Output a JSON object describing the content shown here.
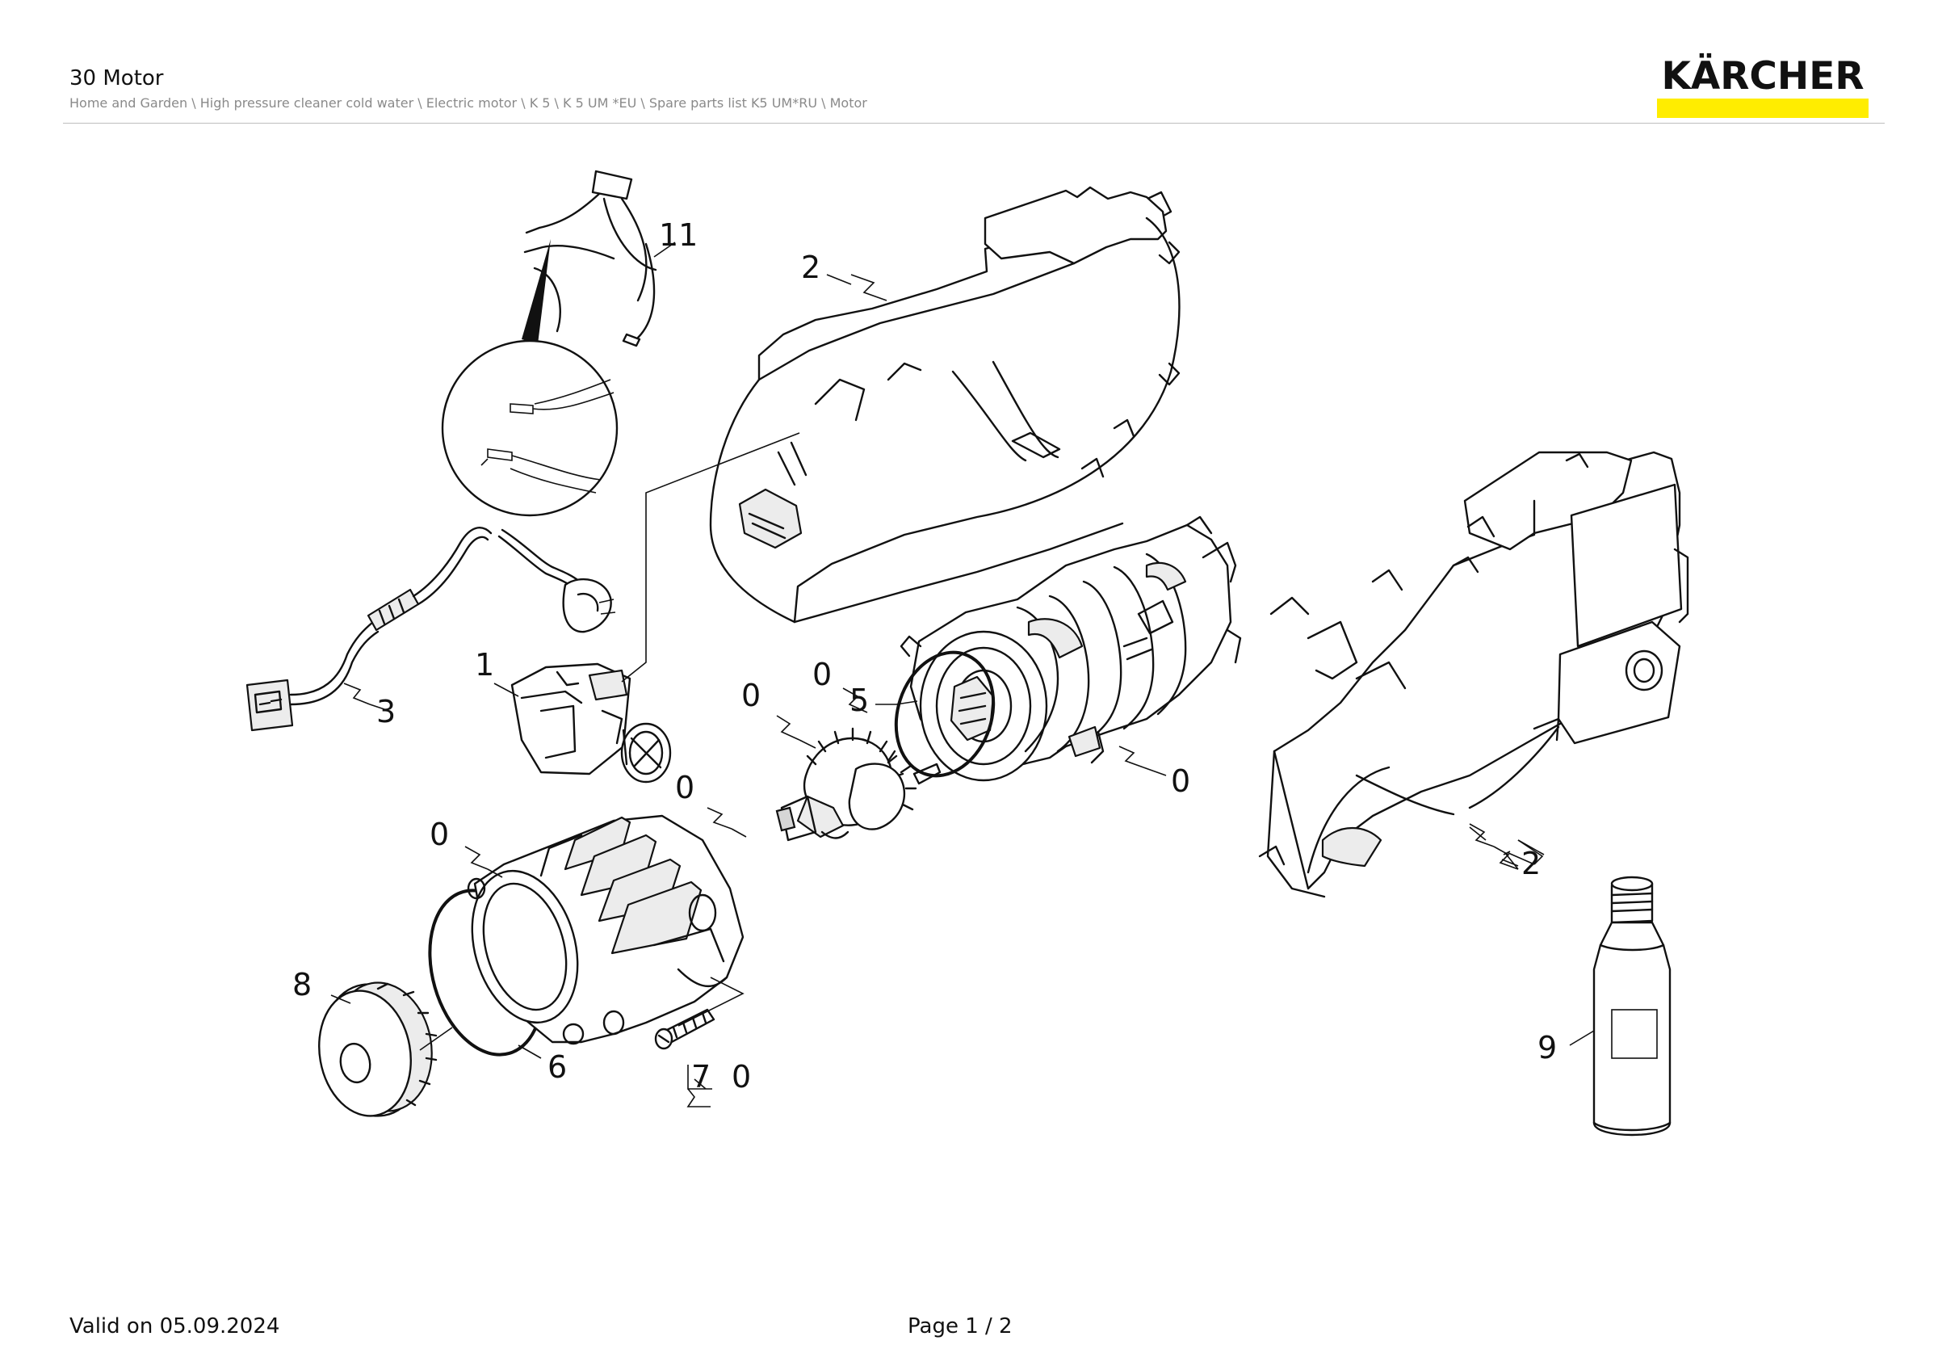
{
  "header": {
    "title": "30 Motor",
    "breadcrumb": "Home and Garden \\ High pressure cleaner cold water \\ Electric motor \\ K 5 \\ K 5 UM *EU \\ Spare parts list K5 UM*RU \\ Motor",
    "logo_text": "KÄRCHER",
    "logo_accent_color": "#ffed00"
  },
  "diagram": {
    "callouts": {
      "c11": "11",
      "c2_top": "2",
      "c1": "1",
      "c3": "3",
      "c0_a": "0",
      "c5": "5",
      "c0_b": "0",
      "c0_c": "0",
      "c0_d": "0",
      "c0_e": "0",
      "c2_right": "2",
      "c8": "8",
      "c6": "6",
      "c7": "7",
      "c0_f": "0",
      "c9": "9"
    }
  },
  "footer": {
    "valid": "Valid on 05.09.2024",
    "page": "Page 1 / 2"
  }
}
